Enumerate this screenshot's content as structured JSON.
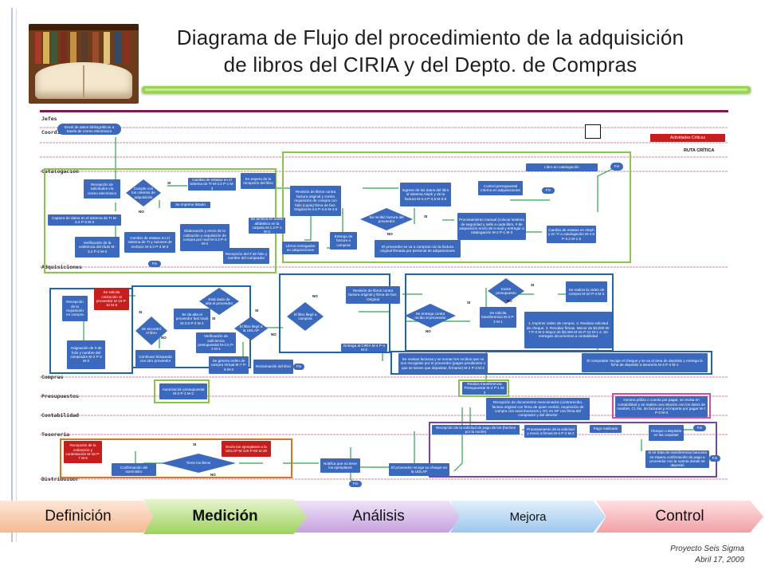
{
  "title": {
    "line1": "Diagrama de Flujo del procedimiento de la adquisición",
    "line2": "de libros del CIRIA y del Depto. de Compras"
  },
  "flow": {
    "legend": {
      "critical_label": "Actividades Críticas",
      "path_label": "RUTA CRÍTICA"
    },
    "lanes": [
      "Jefes",
      "Coordinadores",
      "Catalogación",
      "Adquisiciones",
      "Compras",
      "Presupuestos",
      "Contabilidad",
      "Tesorería",
      "Distribuidor"
    ],
    "nodes": {
      "n1": "Envió de datos bibliográficos a través de correo electrónico",
      "n2": "Recepción de solicitudes vía correo electrónico",
      "n3": "Cumple con los criterios de adquisición",
      "n4": "Cambio de estatus en el sistema de TI M-3.3 P-1 M-3",
      "n5": "Se imprime listado",
      "n6": "Captura de datos en el sistema de TI M-3.2 P-3 M-3",
      "n7": "Verificación de la existencia del título M-3.2 P-2 M-3",
      "n8": "Cambio de estatus en el sistema de TI y razones de rechazo M-3.3 P-3 M-3",
      "n9": "Elaboración y envío de la cotización y requisición de compra por mail M-3.3 P-3 M-3",
      "n10": "Recepción del # de folio y nombre del comprador",
      "n11": "En espera de la recepción del libro",
      "n12": "Revisión de libros contra factura original y contra requisición de compra con folio (copia) firma de fact. Original M-4.5 P-4.5 M-4.5",
      "n13": "Se archiva en orden alfabético en la carpeta M-1.3 P-1 M-3",
      "n14": "Libros entregados en adquisiciones",
      "n15": "Entrega de factura a compras",
      "n16": "Ingreso de los datos del libro al sistema Aleph y de la factura M-4.4 P-3.5 M-3.5",
      "n17": "Se recibió factura del proveedor",
      "n18": "Control presupuestal interno en adquisiciones",
      "n19": "El proveedor se va a compras con la factura original firmada por personal de adquisiciones",
      "n20": "Procesamiento manual (colocar sistema de seguridad y sello a cada libro, # de adquisición envío de e-mail y entregar a catalogación M-2 P-1 M-3",
      "n21": "Libro en catalogación",
      "n22": "Cambio de estatus en Aleph y en TI a catalogación M-4.8 P-2.2 M-1.5",
      "n23": "Recepción de la requisición en compra",
      "n24": "Se solicita cotización al proveedor M-10 P-10 M-5",
      "n25": "Se encontró el libro",
      "n26": "Se da alta al proveedor fast track M-3.5 P-3 M-1",
      "n27": "Está dado de alta el proveedor",
      "n28": "Verificación de suficiencia presupuestal M-2.5 P-2 M-1",
      "n29": "Asignación de # de folio y nombre del comprador M-3 P-2 M-3",
      "n30": "Continuar búsqueda con otro proveedor",
      "n31": "El libro llegó a la UDLAP",
      "n32": "Se genera orden de compra Virtual M-7 P-5 M-3",
      "n33": "El libro llegó a compras",
      "n34": "Revisión de libros contra factura original y firma de fact. Original",
      "n35": "Entrega al CIRIA M-4 P-4 M-2",
      "n36": "Se entrega contra recibo al proveedor",
      "n37": "Se solicita transferencia M-3 P-3 M-1",
      "n38": "Existe presupuesto",
      "n39": "Se realiza la orden de compra M-10 P-4 M-3",
      "n40": "1. Imprimir orden de compra. 2. Realizar solicitud de cheque. 3. Recabar firmas. Menor de $3,000 M-7 P-3 M-2 Mayor de $3,000 M-15 P-12 M-1 4. Se entregan documentos a contabilidad",
      "n41": "Autorización presupuestal M-2 P-1 M-3",
      "n42": "Reclamación del libro",
      "n43": "Se revisan facturas y se suman los recibos que no son recogidos por el proveedor (pagos pendientes o que se tienen que depositar, firmarse) M-2 P-3 M-2",
      "n44": "El comprador recoge el cheque y se va al área de depósito y entrega la ficha de depósito a tesorería M-4 P-3 M-1",
      "n45": "Realiza transferencia Presupuestal M-2 P-1 M-3",
      "n46": "Recepción de documentos mencionados (contrarecibo, factura original con firma de quien recibió, requisición de compra con autorizaciones y OC en SP con firma del comprador y del director",
      "n47": "Genera póliza o cuenta por pagar, se revisa en contabilidad y se realiza una relación con los datos de nombre, Cl, No. de facturas y el importe por pagar M-7 P-3 M-4",
      "n48": "Recepción de la solicitud de pago de los (hechos por la noche)",
      "n49": "Procesamiento de la solicitud y envío a firmas M-4 P-2 M-2",
      "n50": "Pago realizado",
      "n51": "Cheque o depósito en las carpetas",
      "n52": "Si se trata de transferencia bancaria se espera confirmación de pago a proveedor con la cuenta donde se depositó",
      "n53": "Recepción de la cotización y contestación M-15 P-7 M-5",
      "n54": "Confirmación del suministro",
      "n55": "Tiene los libros",
      "n56": "Envío los ejemplares a la UDLAP M-120 P-60 M-20",
      "n57": "Notifica que no tiene los ejemplares",
      "n58": "El proveedor recoge su cheque en la UDLAP"
    },
    "terminals": {
      "end": "Fin",
      "yes": "SI",
      "no": "NO"
    }
  },
  "phases": [
    "Definición",
    "Medición",
    "Análisis",
    "Mejora",
    "Control"
  ],
  "footer": {
    "project": "Proyecto Seis Sigma",
    "date": "Abril 17, 2009"
  },
  "colors": {
    "accent_green": "#9cd356",
    "node_blue": "#3a69bd",
    "node_red": "#c71d1d",
    "lane_border": "#7a1a4e"
  }
}
